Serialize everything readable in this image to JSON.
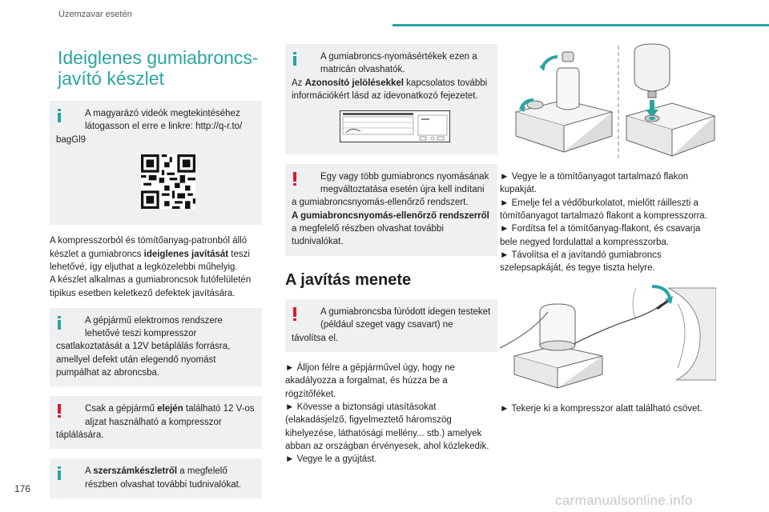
{
  "header": {
    "section": "Üzemzavar esetén"
  },
  "page_number": "176",
  "watermark": "carmanualsonline.info",
  "col1": {
    "title": "Ideiglenes gumiabroncs-javító készlet",
    "info1_first": "A magyarázó videók megtekintéséhez látogasson el erre e linkre: http://q-r.to/",
    "info1_rest": "bagGl9",
    "para1": "A kompresszorból és tömítőanyag-patronból álló készlet a gumiabroncs ",
    "para1_bold": "ideiglenes javítását",
    "para1_end": " teszi lehetővé, így eljuthat a legközelebbi műhelyig.",
    "para2": "A készlet alkalmas a gumiabroncsok futófelületén tipikus esetben keletkező defektek javítására.",
    "info2_first": "A gépjármű elektromos rendszere lehetővé teszi kompresszor",
    "info2_rest": "csatlakoztatását a 12V betáplálás forrásra, amellyel defekt után elegendő nyomást pumpálhat az abroncsba.",
    "warn1_a": "Csak a gépjármű ",
    "warn1_bold": "elején",
    "warn1_b": " található 12 V-os aljzat használható a kompresszor",
    "warn1_rest": "táplálására.",
    "info3_a": "A ",
    "info3_bold": "szerszámkészletről",
    "info3_b": " a megfelelő részben olvashat további tudnivalókat."
  },
  "col2": {
    "info1_first": "A gumiabroncs-nyomásértékek ezen a matricán olvashatók.",
    "info1_a": "Az ",
    "info1_bold": "Azonosító jelölésekkel",
    "info1_b": " kapcsolatos további információkért lásd az idevonatkozó fejezetet.",
    "warn1_first": "Egy vagy több gumiabroncs nyomásának megváltoztatása esetén újra kell indítani",
    "warn1_rest": "a gumiabroncsnyomás-ellenőrző rendszert.",
    "warn1_bold": "A gumiabroncsnyomás-ellenőrző rendszerről",
    "warn1_end": " a megfelelő részben olvashat további tudnivalókat.",
    "heading": "A javítás menete",
    "warn2_first": "A gumiabroncsba fúródott idegen testeket (például szeget vagy csavart) ne",
    "warn2_rest": "távolítsa el.",
    "steps": [
      "► Álljon félre a gépjárművel úgy, hogy ne akadályozza a forgalmat, és húzza be a rögzítőféket.",
      "► Kövesse a biztonsági utasításokat (elakadásjelző, figyelmeztető háromszög kihelyezése, láthatósági mellény... stb.) amelyek abban az országban érvényesek, ahol közlekedik.",
      "► Vegye le a gyújtást."
    ]
  },
  "col3": {
    "steps": [
      "► Vegye le a tömítőanyagot tartalmazó flakon kupakját.",
      "► Emelje fel a védőburkolatot, mielőtt ráilleszti a tömítőanyagot tartalmazó flakont a kompresszorra.",
      "► Fordítsa fel a tömítőanyag-flakont, és csavarja bele negyed fordulattal a kompresszorba.",
      "► Távolítsa el a javítandó gumiabroncs szelepsapkáját, és tegye tiszta helyre."
    ],
    "step_last": "► Tekerje ki a kompresszor alatt található csövet."
  },
  "colors": {
    "accent": "#2aa5a0",
    "warning": "#e1192d",
    "box_bg": "#eef0f2"
  },
  "icons": [
    "info-icon",
    "warning-icon",
    "qr-code",
    "tyre-pressure-label",
    "compressor-illustration"
  ]
}
